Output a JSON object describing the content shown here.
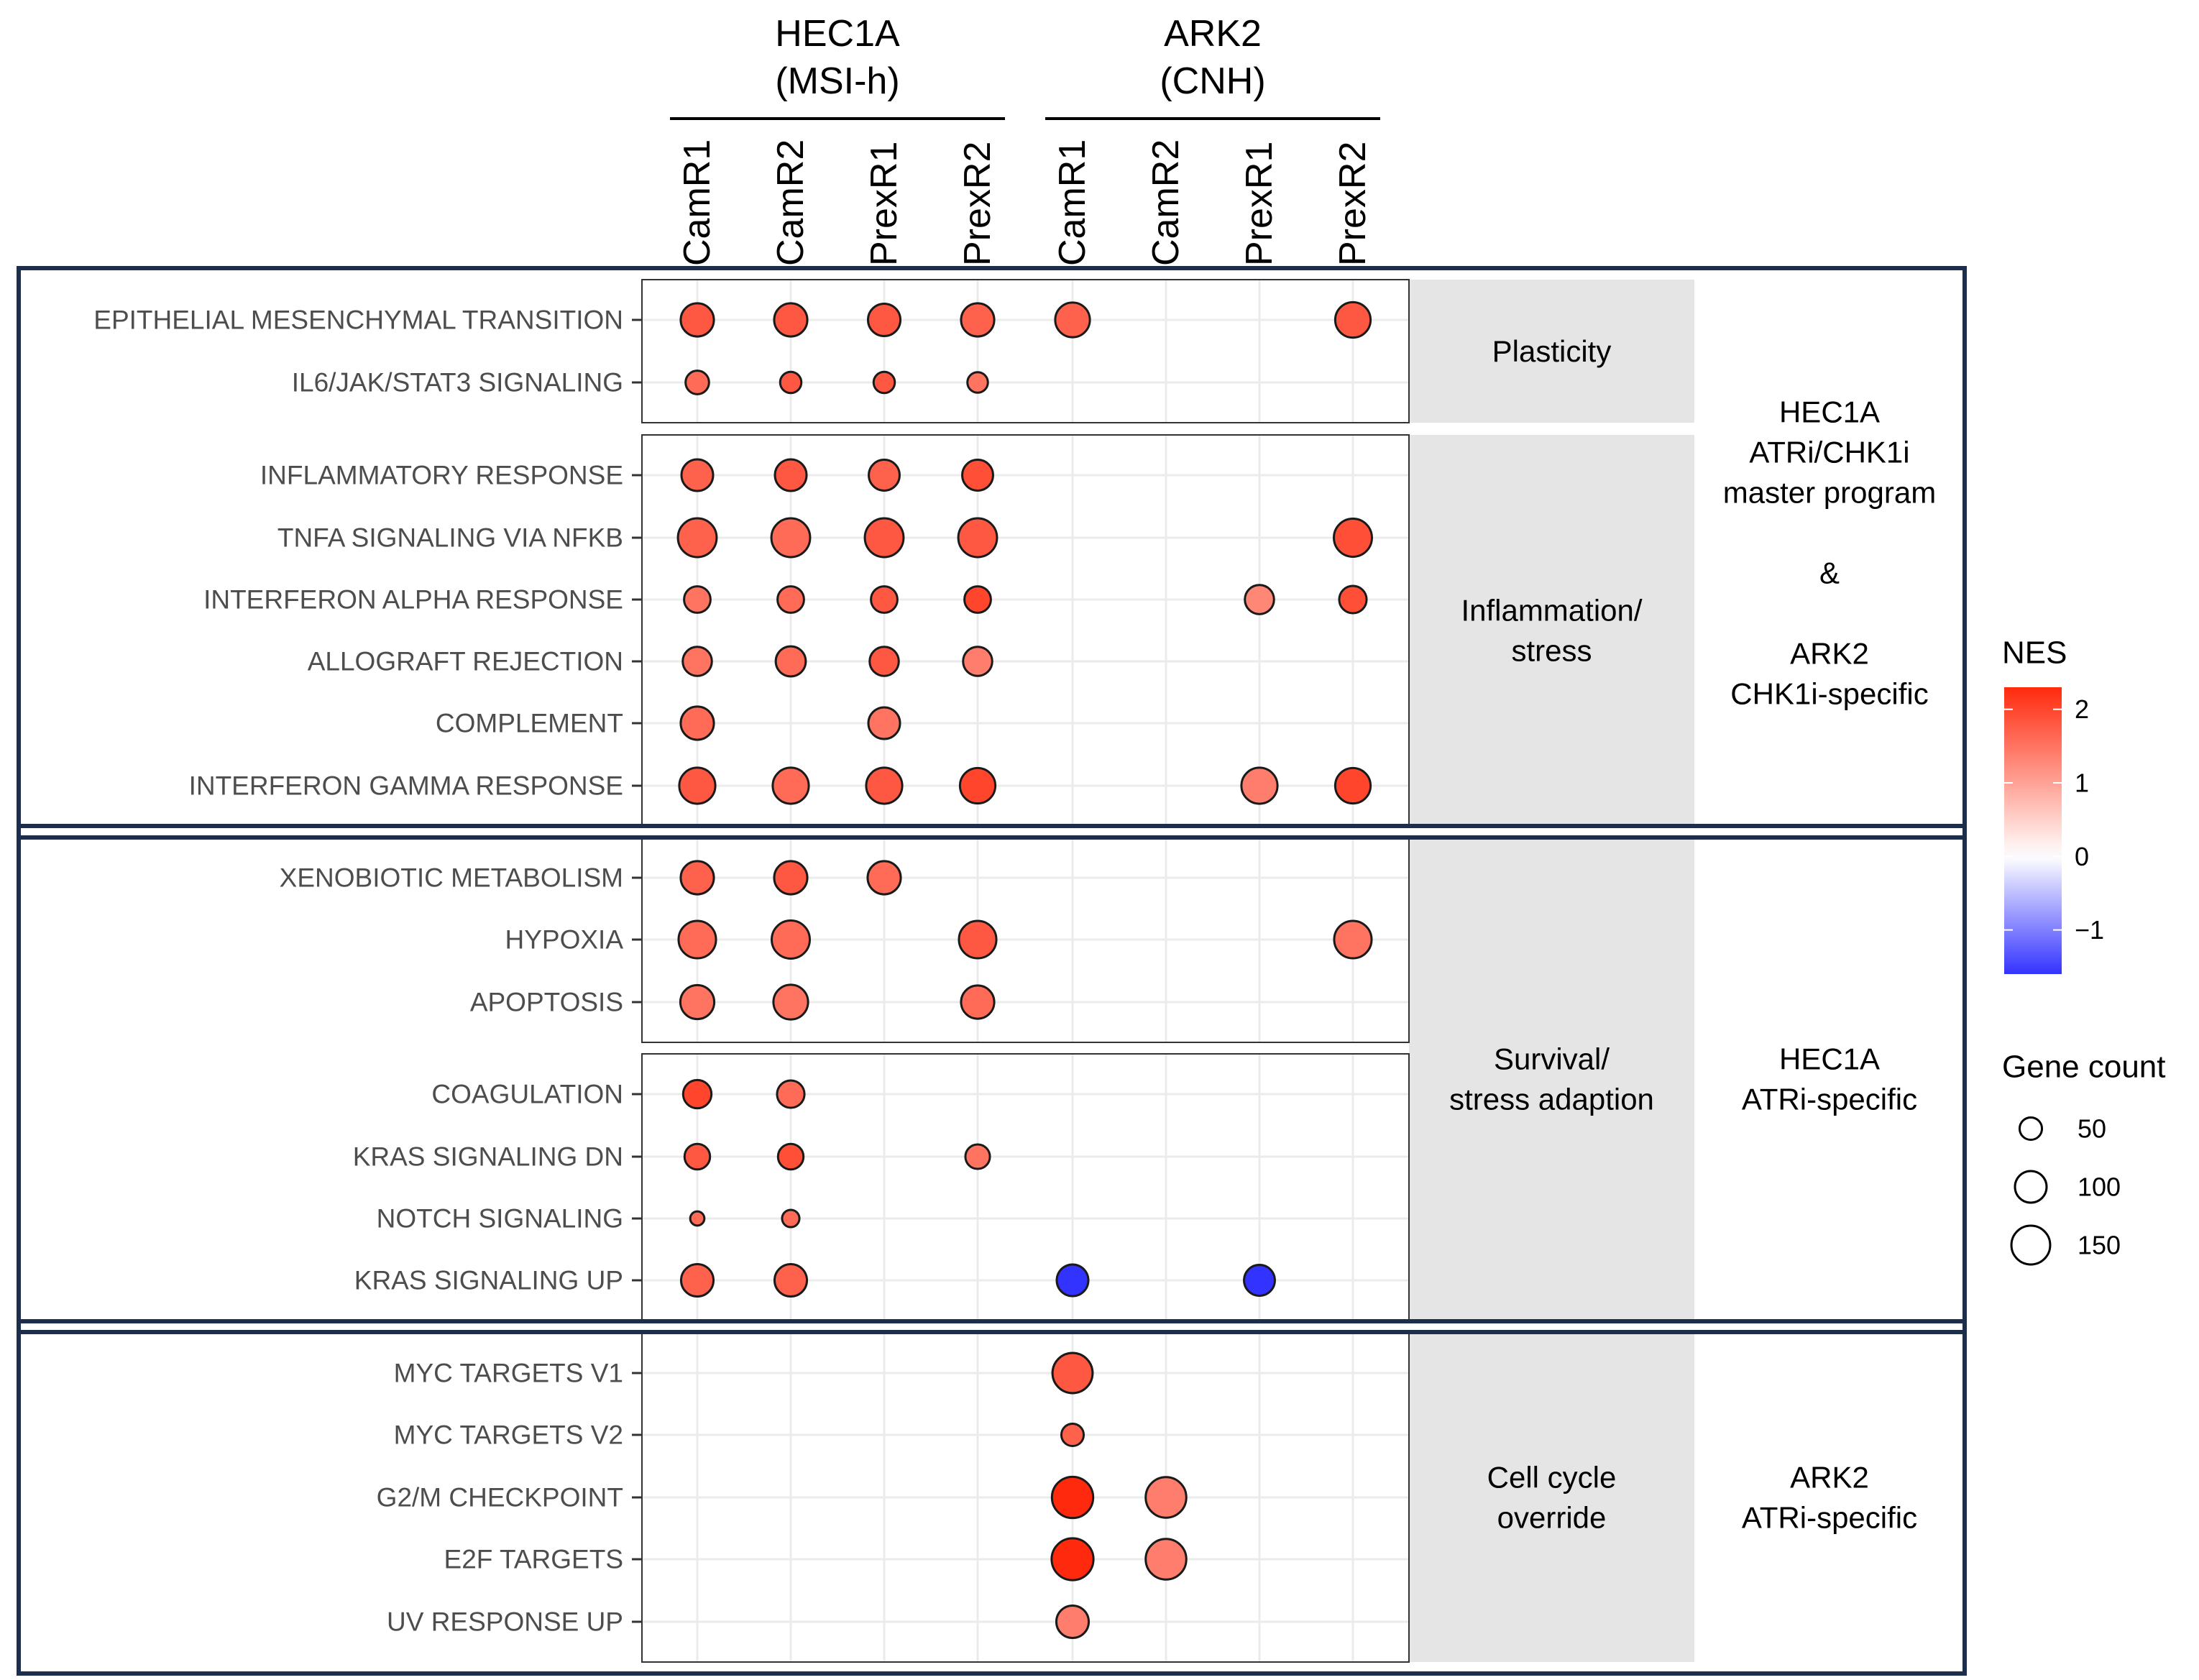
{
  "chart_data": {
    "type": "scatter",
    "subtype": "dot-plot",
    "title": "",
    "cell_line_groups": [
      {
        "name": "HEC1A",
        "subtitle": "(MSI-h)",
        "columns": [
          0,
          1,
          2,
          3
        ]
      },
      {
        "name": "ARK2",
        "subtitle": "(CNH)",
        "columns": [
          4,
          5,
          6,
          7
        ]
      }
    ],
    "columns": [
      "CamR1",
      "CamR2",
      "PrexR1",
      "PrexR2",
      "CamR1",
      "CamR2",
      "PrexR1",
      "PrexR2"
    ],
    "rows": [
      "EPITHELIAL MESENCHYMAL TRANSITION",
      "IL6/JAK/STAT3 SIGNALING",
      "INFLAMMATORY RESPONSE",
      "TNFA SIGNALING VIA NFKB",
      "INTERFERON ALPHA RESPONSE",
      "ALLOGRAFT REJECTION",
      "COMPLEMENT",
      "INTERFERON GAMMA RESPONSE",
      "XENOBIOTIC METABOLISM",
      "HYPOXIA",
      "APOPTOSIS",
      "COAGULATION",
      "KRAS SIGNALING DN",
      "NOTCH SIGNALING",
      "KRAS SIGNALING UP",
      "MYC TARGETS V1",
      "MYC TARGETS V2",
      "G2/M CHECKPOINT",
      "E2F TARGETS",
      "UV RESPONSE UP"
    ],
    "points": [
      {
        "row": 0,
        "col": 0,
        "nes": 1.8,
        "count": 110
      },
      {
        "row": 0,
        "col": 1,
        "nes": 1.8,
        "count": 110
      },
      {
        "row": 0,
        "col": 2,
        "nes": 1.8,
        "count": 105
      },
      {
        "row": 0,
        "col": 3,
        "nes": 1.7,
        "count": 110
      },
      {
        "row": 0,
        "col": 4,
        "nes": 1.7,
        "count": 120
      },
      {
        "row": 0,
        "col": 7,
        "nes": 1.8,
        "count": 125
      },
      {
        "row": 1,
        "col": 0,
        "nes": 1.6,
        "count": 55
      },
      {
        "row": 1,
        "col": 1,
        "nes": 1.8,
        "count": 45
      },
      {
        "row": 1,
        "col": 2,
        "nes": 1.8,
        "count": 45
      },
      {
        "row": 1,
        "col": 3,
        "nes": 1.5,
        "count": 42
      },
      {
        "row": 2,
        "col": 0,
        "nes": 1.7,
        "count": 100
      },
      {
        "row": 2,
        "col": 1,
        "nes": 1.8,
        "count": 100
      },
      {
        "row": 2,
        "col": 2,
        "nes": 1.7,
        "count": 95
      },
      {
        "row": 2,
        "col": 3,
        "nes": 1.9,
        "count": 95
      },
      {
        "row": 3,
        "col": 0,
        "nes": 1.7,
        "count": 150
      },
      {
        "row": 3,
        "col": 1,
        "nes": 1.6,
        "count": 150
      },
      {
        "row": 3,
        "col": 2,
        "nes": 1.8,
        "count": 150
      },
      {
        "row": 3,
        "col": 3,
        "nes": 1.8,
        "count": 150
      },
      {
        "row": 3,
        "col": 7,
        "nes": 1.9,
        "count": 145
      },
      {
        "row": 4,
        "col": 0,
        "nes": 1.5,
        "count": 70
      },
      {
        "row": 4,
        "col": 1,
        "nes": 1.6,
        "count": 70
      },
      {
        "row": 4,
        "col": 2,
        "nes": 1.8,
        "count": 70
      },
      {
        "row": 4,
        "col": 3,
        "nes": 2.0,
        "count": 70
      },
      {
        "row": 4,
        "col": 6,
        "nes": 1.3,
        "count": 85
      },
      {
        "row": 4,
        "col": 7,
        "nes": 1.9,
        "count": 75
      },
      {
        "row": 5,
        "col": 0,
        "nes": 1.5,
        "count": 85
      },
      {
        "row": 5,
        "col": 1,
        "nes": 1.6,
        "count": 90
      },
      {
        "row": 5,
        "col": 2,
        "nes": 1.8,
        "count": 85
      },
      {
        "row": 5,
        "col": 3,
        "nes": 1.4,
        "count": 85
      },
      {
        "row": 6,
        "col": 0,
        "nes": 1.6,
        "count": 110
      },
      {
        "row": 6,
        "col": 2,
        "nes": 1.5,
        "count": 100
      },
      {
        "row": 7,
        "col": 0,
        "nes": 1.8,
        "count": 130
      },
      {
        "row": 7,
        "col": 1,
        "nes": 1.6,
        "count": 130
      },
      {
        "row": 7,
        "col": 2,
        "nes": 1.8,
        "count": 130
      },
      {
        "row": 7,
        "col": 3,
        "nes": 2.0,
        "count": 125
      },
      {
        "row": 7,
        "col": 6,
        "nes": 1.4,
        "count": 130
      },
      {
        "row": 7,
        "col": 7,
        "nes": 2.0,
        "count": 125
      },
      {
        "row": 8,
        "col": 0,
        "nes": 1.7,
        "count": 110
      },
      {
        "row": 8,
        "col": 1,
        "nes": 1.8,
        "count": 110
      },
      {
        "row": 8,
        "col": 2,
        "nes": 1.6,
        "count": 110
      },
      {
        "row": 9,
        "col": 0,
        "nes": 1.6,
        "count": 140
      },
      {
        "row": 9,
        "col": 1,
        "nes": 1.6,
        "count": 145
      },
      {
        "row": 9,
        "col": 3,
        "nes": 1.8,
        "count": 140
      },
      {
        "row": 9,
        "col": 7,
        "nes": 1.5,
        "count": 140
      },
      {
        "row": 10,
        "col": 0,
        "nes": 1.5,
        "count": 115
      },
      {
        "row": 10,
        "col": 1,
        "nes": 1.5,
        "count": 120
      },
      {
        "row": 10,
        "col": 3,
        "nes": 1.6,
        "count": 110
      },
      {
        "row": 11,
        "col": 0,
        "nes": 2.0,
        "count": 80
      },
      {
        "row": 11,
        "col": 1,
        "nes": 1.6,
        "count": 75
      },
      {
        "row": 12,
        "col": 0,
        "nes": 1.8,
        "count": 65
      },
      {
        "row": 12,
        "col": 1,
        "nes": 1.9,
        "count": 65
      },
      {
        "row": 12,
        "col": 3,
        "nes": 1.5,
        "count": 60
      },
      {
        "row": 13,
        "col": 0,
        "nes": 1.6,
        "count": 20
      },
      {
        "row": 13,
        "col": 1,
        "nes": 1.6,
        "count": 30
      },
      {
        "row": 14,
        "col": 0,
        "nes": 1.7,
        "count": 105
      },
      {
        "row": 14,
        "col": 1,
        "nes": 1.7,
        "count": 105
      },
      {
        "row": 14,
        "col": 4,
        "nes": -1.6,
        "count": 100
      },
      {
        "row": 14,
        "col": 6,
        "nes": -1.6,
        "count": 95
      },
      {
        "row": 15,
        "col": 4,
        "nes": 1.8,
        "count": 160
      },
      {
        "row": 15,
        "col": 4,
        "nes": 1.8,
        "count": 160
      },
      {
        "row": 16,
        "col": 4,
        "nes": 1.7,
        "count": 50
      },
      {
        "row": 17,
        "col": 4,
        "nes": 2.3,
        "count": 170
      },
      {
        "row": 17,
        "col": 5,
        "nes": 1.4,
        "count": 165
      },
      {
        "row": 18,
        "col": 4,
        "nes": 2.3,
        "count": 175
      },
      {
        "row": 18,
        "col": 5,
        "nes": 1.4,
        "count": 165
      },
      {
        "row": 19,
        "col": 4,
        "nes": 1.4,
        "count": 105
      }
    ],
    "categories": [
      {
        "label": "Plasticity",
        "rows": [
          0,
          1
        ]
      },
      {
        "label": "Inflammation/\nstress",
        "rows": [
          2,
          7
        ]
      },
      {
        "label": "Survival/\nstress adaption",
        "rows": [
          8,
          14
        ]
      },
      {
        "label": "Cell cycle\noverride",
        "rows": [
          15,
          19
        ]
      }
    ],
    "programs": [
      {
        "label": "HEC1A\nATRi/CHK1i\nmaster program\n\n&\n\nARK2\nCHK1i-specific",
        "rows": [
          0,
          7
        ]
      },
      {
        "label": "HEC1A\nATRi-specific",
        "rows": [
          8,
          14
        ]
      },
      {
        "label": "ARK2\nATRi-specific",
        "rows": [
          15,
          19
        ]
      }
    ],
    "color_legend": {
      "title": "NES",
      "range": [
        -1.6,
        2.3
      ],
      "ticks": [
        2,
        1,
        0,
        -1
      ],
      "ticklabels": [
        "2",
        "1",
        "0",
        "−1"
      ],
      "low_color": "#3333ff",
      "mid_color": "#ffffff",
      "high_color": "#ff2a0d"
    },
    "size_legend": {
      "title": "Gene count",
      "values": [
        50,
        100,
        150
      ]
    },
    "grid": true
  }
}
